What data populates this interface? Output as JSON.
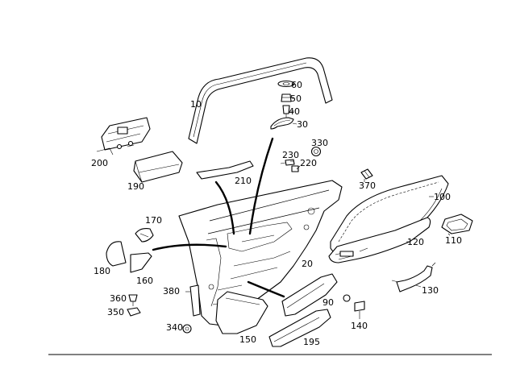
{
  "diagram": {
    "callouts": {
      "c10": "10",
      "c20": "20",
      "c30": "30",
      "c40": "40",
      "c50": "50",
      "c60": "60",
      "c90": "90",
      "c100": "100",
      "c110": "110",
      "c120": "120",
      "c130": "130",
      "c140": "140",
      "c150": "150",
      "c160": "160",
      "c170": "170",
      "c180": "180",
      "c190": "190",
      "c195": "195",
      "c200": "200",
      "c210": "210",
      "c220": "220",
      "c230": "230",
      "c330": "330",
      "c340": "340",
      "c350": "350",
      "c360": "360",
      "c370": "370",
      "c380": "380"
    }
  }
}
